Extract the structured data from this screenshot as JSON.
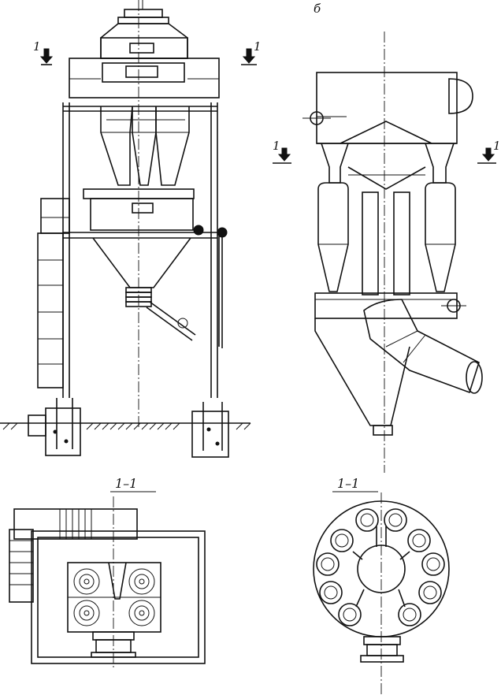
{
  "labels": {
    "variant_b": "б",
    "section_marker": "1",
    "section_title_left": "1–1",
    "section_title_right": "1–1"
  }
}
